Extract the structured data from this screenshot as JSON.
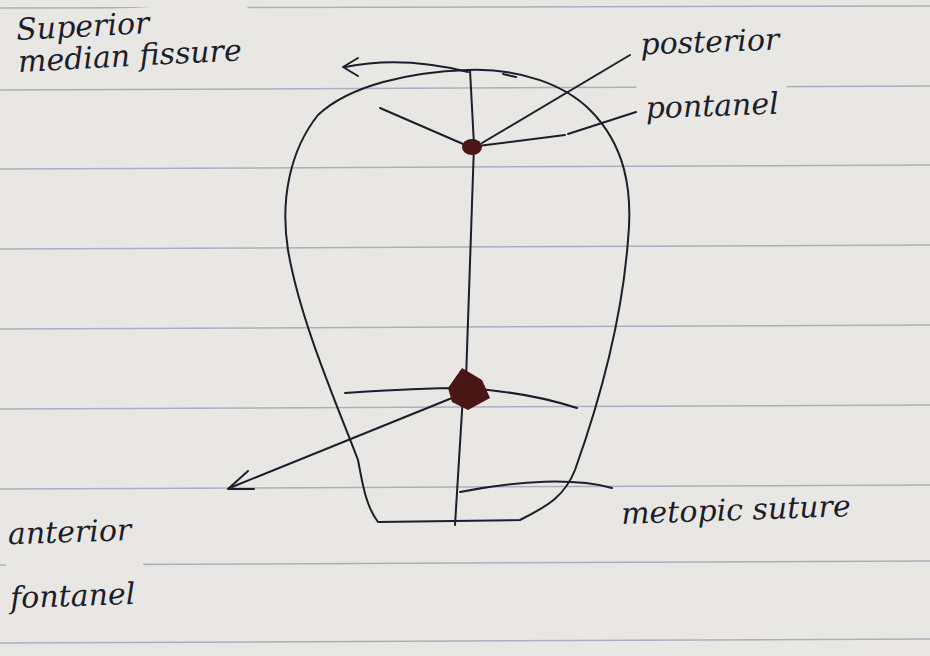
{
  "diagram": {
    "labels": [
      "Superior median fissure",
      "posterior pontanel",
      "anterior fontanel",
      "metopic suture"
    ]
  }
}
